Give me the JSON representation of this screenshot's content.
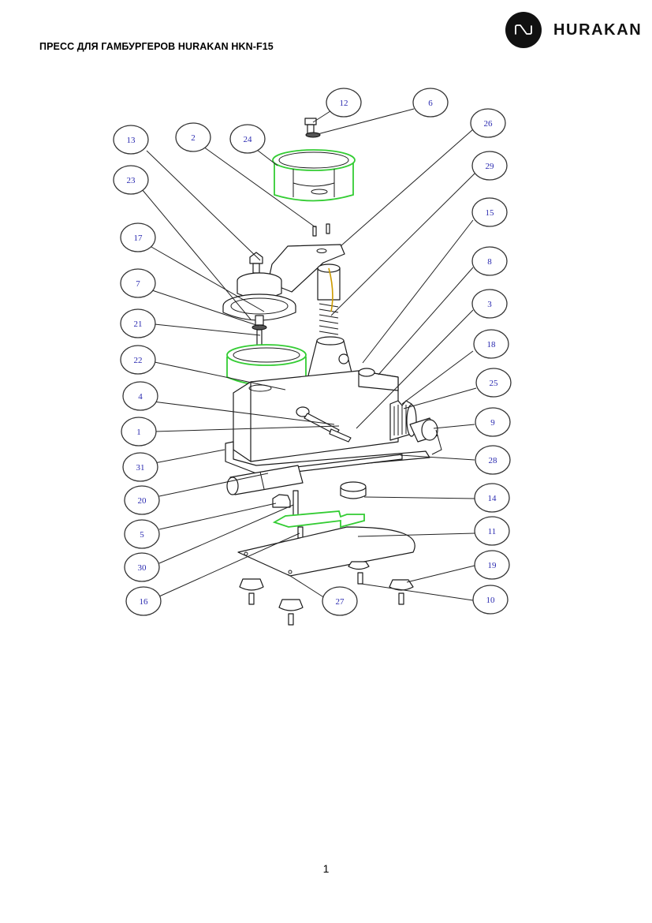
{
  "header": {
    "title": "ПРЕСС ДЛЯ ГАМБУРГЕРОВ HURAKAN HKN-F15",
    "brand": "HURAKAN",
    "brand_icon": "hurakan-logo-icon"
  },
  "diagram": {
    "callouts": [
      "12",
      "6",
      "13",
      "2",
      "24",
      "26",
      "23",
      "29",
      "15",
      "17",
      "8",
      "7",
      "3",
      "21",
      "18",
      "22",
      "25",
      "4",
      "9",
      "1",
      "31",
      "28",
      "20",
      "14",
      "5",
      "11",
      "30",
      "19",
      "16",
      "27",
      "10"
    ]
  },
  "footer": {
    "page_number": "1"
  }
}
